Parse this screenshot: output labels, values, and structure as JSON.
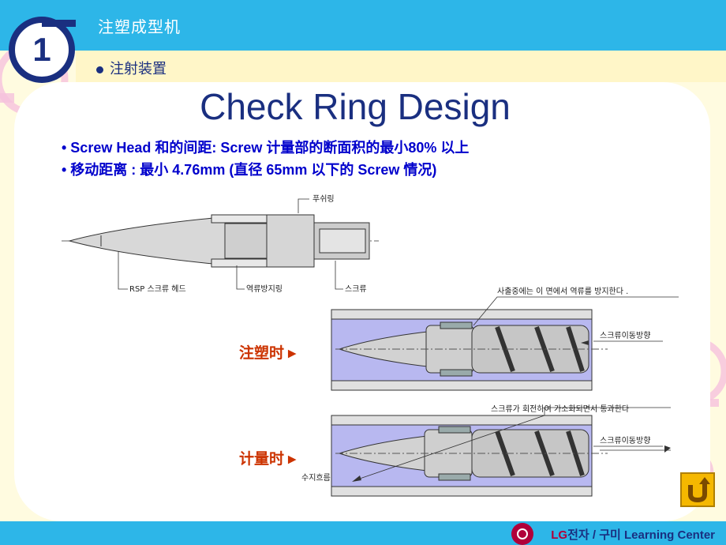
{
  "header": {
    "section_title": "注塑成型机",
    "badge_number": "1",
    "subtitle": "注射装置"
  },
  "main": {
    "heading": "Check Ring Design",
    "bullets": [
      "• Screw Head 和的间距: Screw 计量部的断面积的最小80% 以上",
      "• 移动距离 : 最小 4.76mm (直径 65mm 以下的 Screw 情况)"
    ],
    "top_diagram": {
      "label_push_ring": "푸쉬링",
      "label_rsp_head": "RSP 스크류 헤드",
      "label_check_ring": "역류방지링",
      "label_screw": "스크류"
    },
    "injection": {
      "state_label": "注塑时 ▸",
      "note": "사출중에는 이 면에서 역류를 방지한다 .",
      "direction": "스크류이동방향"
    },
    "metering": {
      "state_label": "计量时 ▸",
      "note": "스크류가 회전하여 가소화되면서 통과한다",
      "direction": "스크류이동방향",
      "resin_flow": "수지흐름"
    }
  },
  "footer": {
    "brand": "LG",
    "text": "전자 / 구미 Learning Center"
  },
  "colors": {
    "header_bar": "#2db6e8",
    "navy": "#1a2f80",
    "bullet_blue": "#0000cc",
    "state_red": "#cc3300",
    "barrel_fill": "#b8b8f0"
  },
  "icons": {
    "return": "u-turn-return-icon",
    "logo": "lg-logo-icon"
  }
}
